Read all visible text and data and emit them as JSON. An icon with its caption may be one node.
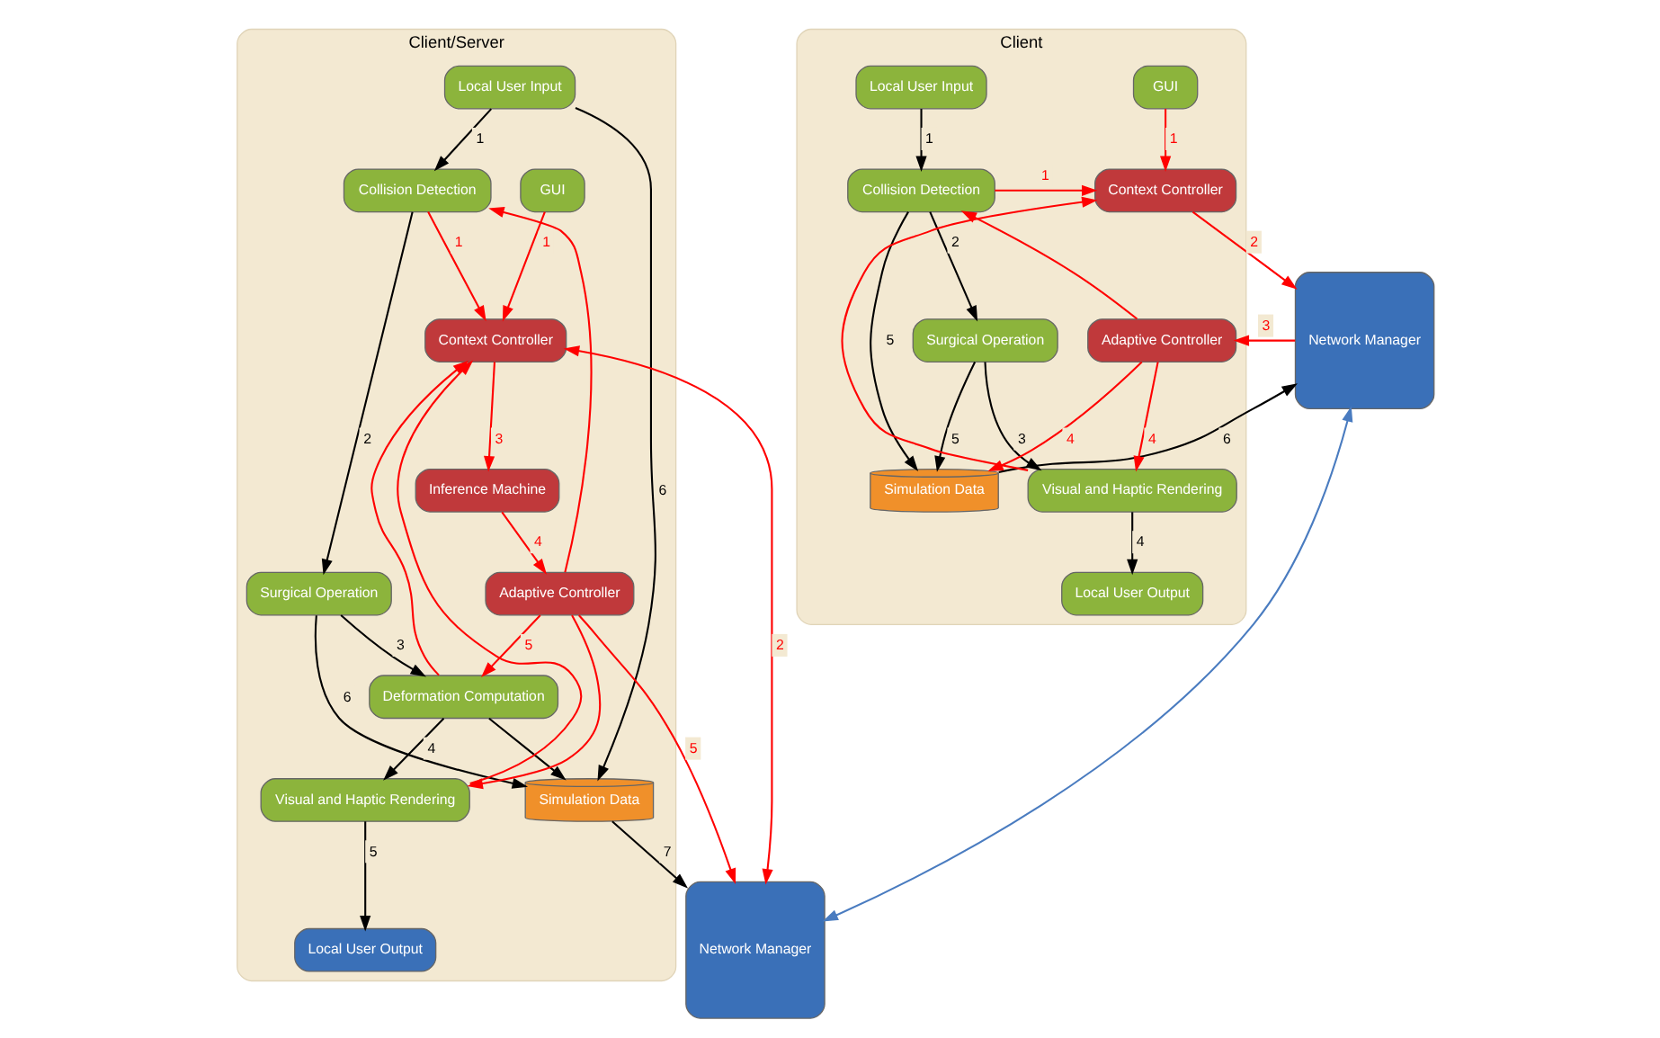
{
  "diagram": {
    "nodes": [
      {
        "text": [
          "Client"
        ]
      },
      {
        "text": [
          "Collision Detection"
        ],
        "in": 0
      },
      {
        "text": [
          "Local User Input"
        ],
        "in": 0
      },
      {
        "text": [
          "GUI"
        ],
        "in": 0
      },
      {
        "text": [
          "Context Controller"
        ],
        "in": 0
      },
      {
        "text": [
          "Surgical Operation"
        ],
        "in": 0
      },
      {
        "text": [
          "Simulation Data"
        ],
        "in": 0
      },
      {
        "text": [
          "Network Manager"
        ]
      },
      {
        "text": [
          "Adaptive Controller"
        ],
        "in": 0
      },
      {
        "text": [
          "Visual and Haptic Rendering"
        ],
        "in": 0
      },
      {
        "text": [
          "Local User Output"
        ],
        "in": 0
      },
      {
        "text": [
          "Client/Server"
        ]
      },
      {
        "text": [
          "Local User Input"
        ],
        "in": 11
      },
      {
        "text": [
          "GUI"
        ],
        "in": 11
      },
      {
        "text": [
          "Collision Detection"
        ],
        "in": 11
      },
      {
        "text": [
          "Context Controller"
        ],
        "in": 11
      },
      {
        "text": [
          "Surgical Operation"
        ],
        "in": 11
      },
      {
        "text": [
          "Network Manager"
        ]
      },
      {
        "text": [
          "Simulation Data"
        ],
        "in": 11
      },
      {
        "text": [
          "Inference Machine"
        ],
        "in": 11
      },
      {
        "text": [
          "Deformation Computation"
        ],
        "in": 11
      },
      {
        "text": [
          "Adaptive Controller"
        ],
        "in": 11
      },
      {
        "text": [
          "Local User Output"
        ],
        "in": 11
      },
      {
        "text": [
          "Visual and Haptic Rendering"
        ],
        "in": 11
      }
    ],
    "edges": [
      {
        "from": 2,
        "to": 1,
        "arrow": "to",
        "label": "1",
        "color": "#000000"
      },
      {
        "from": 3,
        "to": 4,
        "arrow": "to",
        "label": "1",
        "color": "#ff0000"
      },
      {
        "from": 1,
        "to": 4,
        "arrow": "to",
        "label": "1",
        "color": "#ff0000"
      },
      {
        "from": 9,
        "to": 4,
        "arrow": "to",
        "color": "#ff0000"
      },
      {
        "from": 1,
        "to": 5,
        "arrow": "to",
        "label": "2",
        "color": "#000000"
      },
      {
        "from": 1,
        "to": 6,
        "arrow": "to",
        "label": "5",
        "color": "#000000"
      },
      {
        "from": 5,
        "to": 6,
        "arrow": "to",
        "label": "5",
        "color": "#000000"
      },
      {
        "from": 5,
        "to": 9,
        "arrow": "to",
        "label": "3",
        "color": "#000000"
      },
      {
        "from": 6,
        "to": 7,
        "arrow": "to",
        "label": "6",
        "color": "#000000"
      },
      {
        "from": 4,
        "to": 7,
        "arrow": "to",
        "label": "2",
        "color": "#ff0000"
      },
      {
        "from": 7,
        "to": 8,
        "arrow": "to",
        "label": "3",
        "color": "#ff0000"
      },
      {
        "from": 8,
        "to": 6,
        "arrow": "to",
        "label": "4",
        "color": "#ff0000"
      },
      {
        "from": 8,
        "to": 1,
        "arrow": "to",
        "color": "#ff0000"
      },
      {
        "from": 8,
        "to": 9,
        "arrow": "to",
        "label": "4",
        "color": "#ff0000"
      },
      {
        "from": 9,
        "to": 10,
        "arrow": "to",
        "label": "4",
        "color": "#000000"
      },
      {
        "from": 7,
        "to": 17,
        "arrow": "both",
        "color": "#4a7cc0"
      },
      {
        "from": 12,
        "to": 14,
        "arrow": "to",
        "label": "1",
        "color": "#000000"
      },
      {
        "from": 13,
        "to": 15,
        "arrow": "to",
        "label": "1",
        "color": "#ff0000"
      },
      {
        "from": 14,
        "to": 15,
        "arrow": "to",
        "label": "1",
        "color": "#ff0000"
      },
      {
        "from": 20,
        "to": 15,
        "arrow": "to",
        "color": "#ff0000"
      },
      {
        "from": 23,
        "to": 15,
        "arrow": "to",
        "color": "#ff0000"
      },
      {
        "from": 12,
        "to": 18,
        "arrow": "to",
        "label": "6",
        "color": "#000000"
      },
      {
        "from": 14,
        "to": 16,
        "arrow": "to",
        "label": "2",
        "color": "#000000"
      },
      {
        "from": 16,
        "to": 20,
        "arrow": "to",
        "label": "3",
        "color": "#000000"
      },
      {
        "from": 16,
        "to": 18,
        "arrow": "to",
        "label": "6",
        "color": "#000000"
      },
      {
        "from": 20,
        "to": 18,
        "arrow": "to",
        "color": "#000000"
      },
      {
        "from": 18,
        "to": 17,
        "arrow": "to",
        "label": "7",
        "color": "#000000"
      },
      {
        "from": 15,
        "to": 17,
        "arrow": "both",
        "label": "2",
        "color": "#ff0000"
      },
      {
        "from": 15,
        "to": 19,
        "arrow": "to",
        "label": "3",
        "color": "#ff0000"
      },
      {
        "from": 19,
        "to": 21,
        "arrow": "to",
        "label": "4",
        "color": "#ff0000"
      },
      {
        "from": 21,
        "to": 17,
        "arrow": "to",
        "label": "5",
        "color": "#ff0000"
      },
      {
        "from": 21,
        "to": 14,
        "arrow": "to",
        "color": "#ff0000"
      },
      {
        "from": 21,
        "to": 20,
        "arrow": "to",
        "label": "5",
        "color": "#ff0000"
      },
      {
        "from": 21,
        "to": 23,
        "arrow": "to",
        "color": "#ff0000"
      },
      {
        "from": 20,
        "to": 23,
        "arrow": "to",
        "label": "4",
        "color": "#000000"
      },
      {
        "from": 23,
        "to": 22,
        "arrow": "to",
        "label": "5",
        "color": "#000000"
      }
    ]
  }
}
